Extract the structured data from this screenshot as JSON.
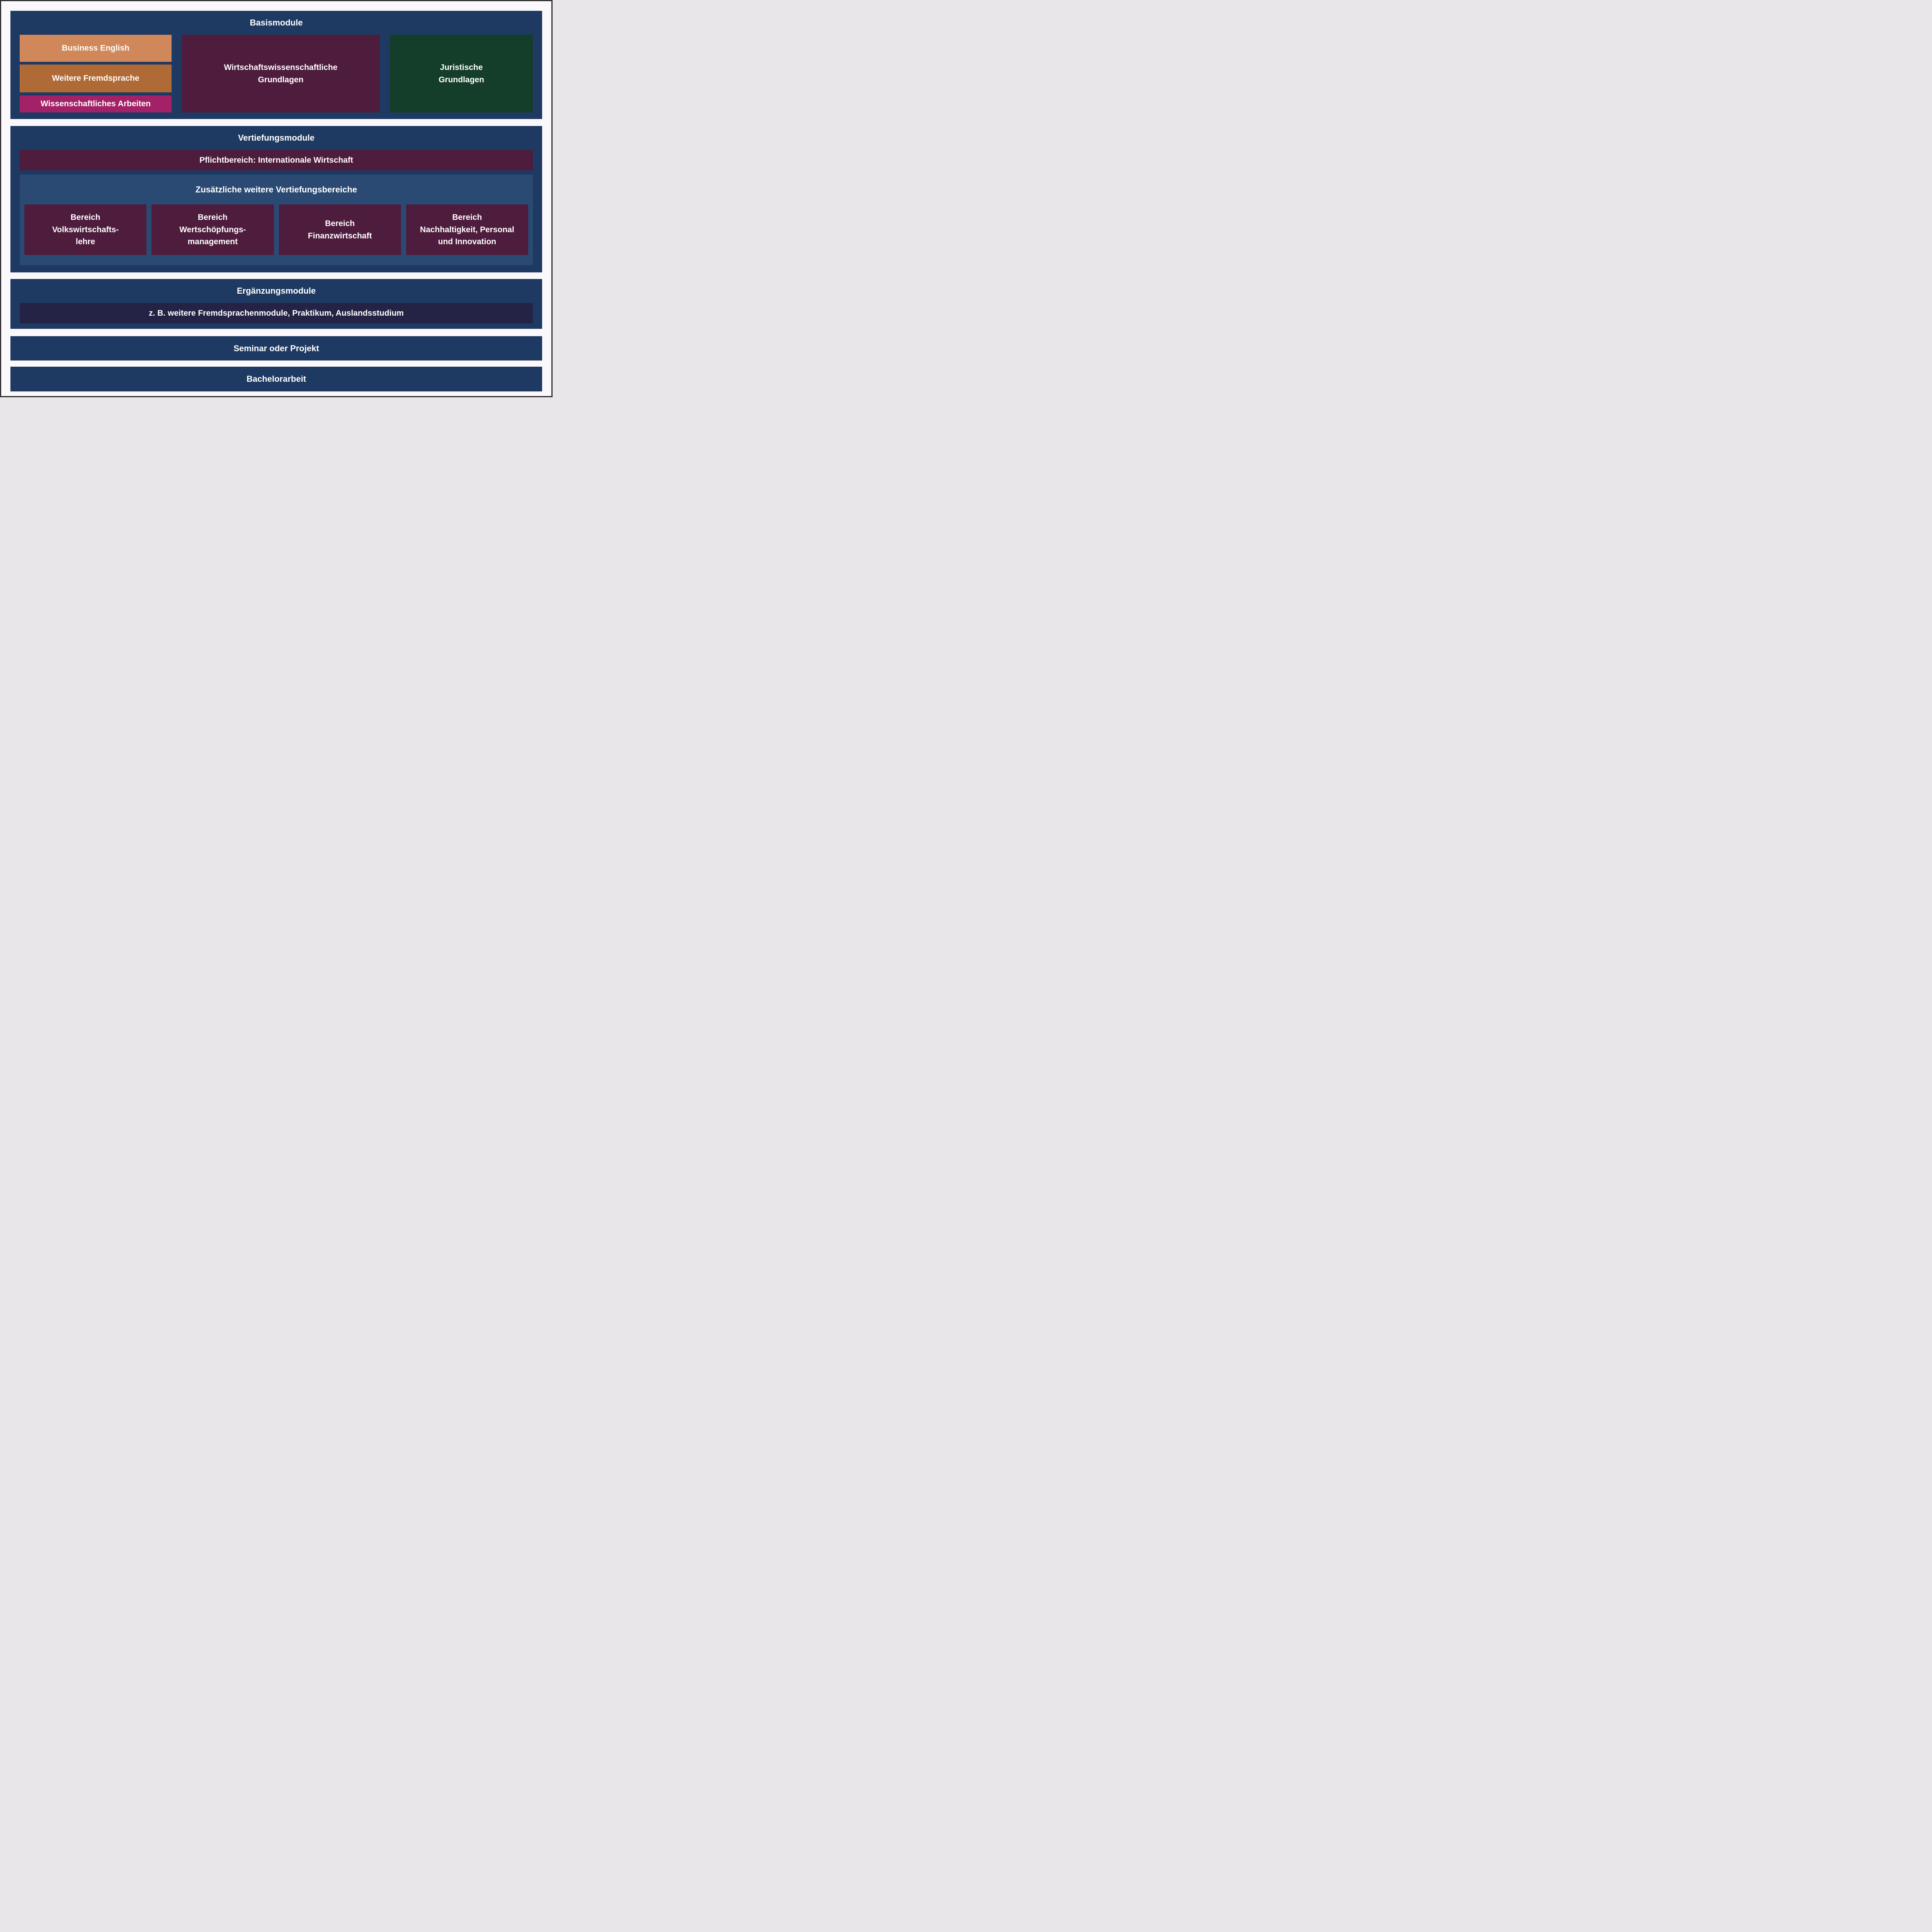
{
  "colors": {
    "page_bg": "#fbf8fb",
    "frame": "#2e2b2e",
    "navy": "#1e3a62",
    "panel_blue": "#2b4a73",
    "maroon": "#4e1c3d",
    "green": "#143e29",
    "orange": "#d0885a",
    "brown": "#b06a35",
    "magenta": "#a22167",
    "dark_indigo": "#252345",
    "text": "#ffffff"
  },
  "basismodule": {
    "title": "Basismodule",
    "business_english": "Business English",
    "weitere_fremdsprache": "Weitere Fremdsprache",
    "wissenschaftliches_arbeiten": "Wissenschaftliches Arbeiten",
    "wiwi_grundlagen": "Wirtschaftswissenschaftliche\nGrundlagen",
    "juristische_grundlagen": "Juristische\nGrundlagen"
  },
  "vertiefungsmodule": {
    "title": "Vertiefungsmodule",
    "pflichtbereich": "Pflichtbereich: Internationale Wirtschaft",
    "zusatz_title": "Zusätzliche weitere Vertiefungsbereiche",
    "bereich_volkswirtschaftslehre": "Bereich\nVolkswirtschafts-\nlehre",
    "bereich_wertschoepfungsmanagement": "Bereich\nWertschöpfungs-\nmanagement",
    "bereich_finanzwirtschaft": "Bereich\nFinanzwirtschaft",
    "bereich_nachhaltigkeit": "Bereich\nNachhaltigkeit, Personal\nund Innovation"
  },
  "ergaenzungsmodule": {
    "title": "Ergänzungsmodule",
    "examples": "z. B. weitere Fremdsprachenmodule, Praktikum, Auslandsstudium"
  },
  "seminar": {
    "title": "Seminar oder Projekt"
  },
  "bachelorarbeit": {
    "title": "Bachelorarbeit"
  }
}
